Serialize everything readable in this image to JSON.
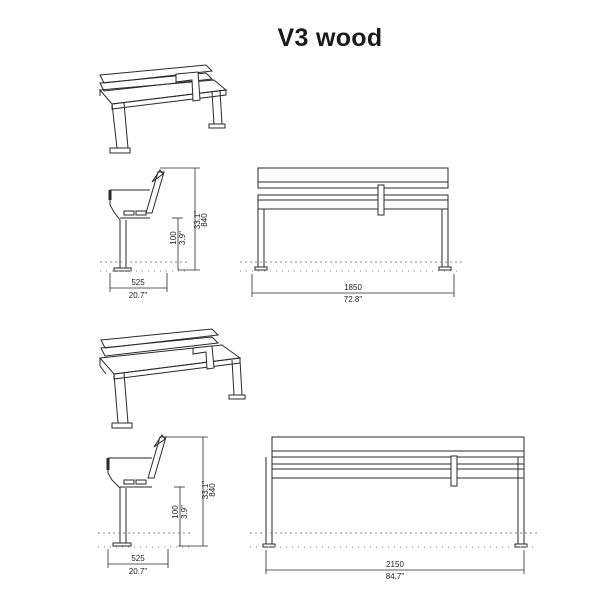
{
  "title": "V3 wood",
  "colors": {
    "line": "#2a2a2a",
    "ground": "#888888",
    "fill": "#ffffff"
  },
  "views": [
    {
      "name": "bench-1850",
      "depth": {
        "mm": "525",
        "in": "20.7\""
      },
      "height": {
        "mm": "840",
        "in": "33.1\""
      },
      "clearance": {
        "mm": "100",
        "in": "3.9\""
      },
      "length": {
        "mm": "1850",
        "in": "72.8\""
      }
    },
    {
      "name": "bench-2150",
      "depth": {
        "mm": "525",
        "in": "20.7\""
      },
      "height": {
        "mm": "840",
        "in": "33.1\""
      },
      "clearance": {
        "mm": "100",
        "in": "3.9\""
      },
      "length": {
        "mm": "2150",
        "in": "84.7\""
      }
    }
  ]
}
